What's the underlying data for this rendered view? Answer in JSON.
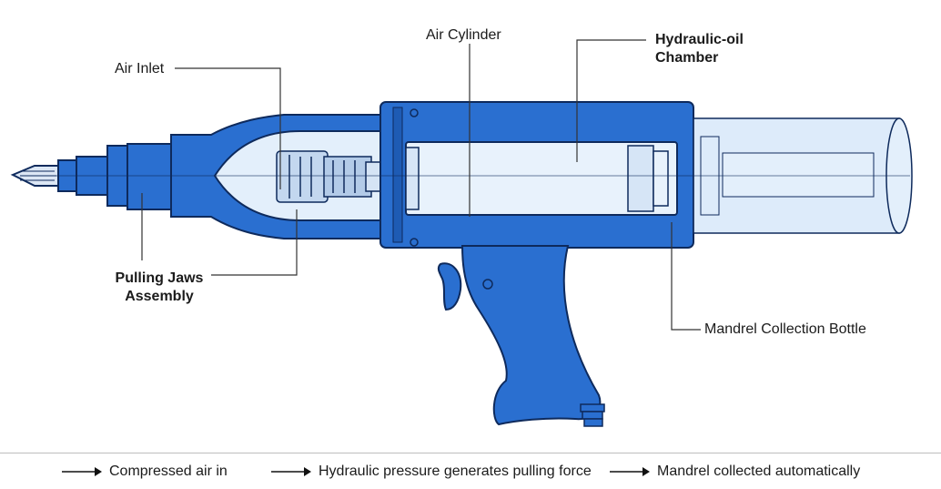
{
  "labels": {
    "air_inlet": "Air Inlet",
    "air_cylinder": "Air Cylinder",
    "hydraulic_line1": "Hydraulic-oil",
    "hydraulic_line2": "Chamber",
    "jaws_line1": "Pulling Jaws",
    "jaws_line2": "Assembly",
    "mandrel_bottle": "Mandrel Collection Bottle"
  },
  "legend": [
    {
      "text": "Compressed air in"
    },
    {
      "text": "Hydraulic pressure generates pulling force"
    },
    {
      "text": "Mandrel collected automatically"
    }
  ],
  "colors": {
    "body_blue": "#2a6fd0",
    "outline": "#0e2a5c",
    "window": "#e3effb",
    "bottle": "#cfe3f8"
  }
}
